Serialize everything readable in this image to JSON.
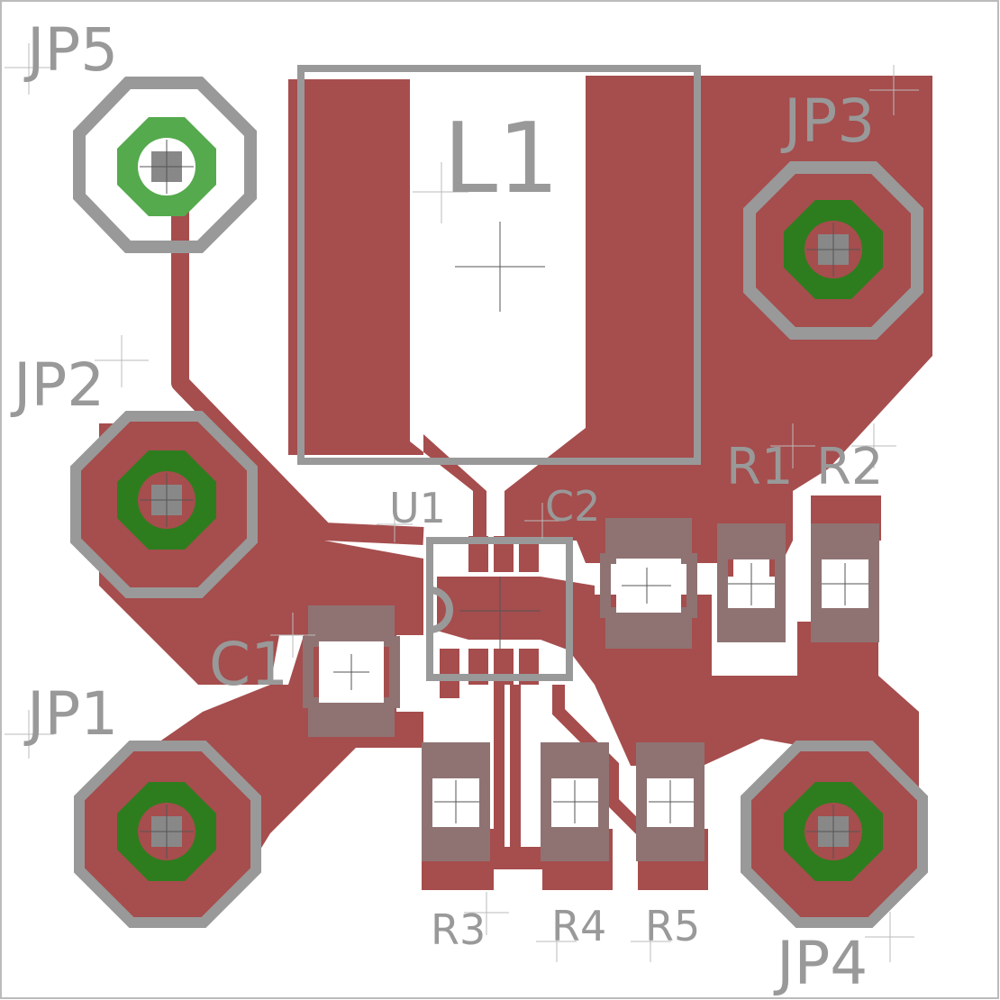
{
  "board": {
    "colors": {
      "copper": "#a64d4d",
      "silk": "#999999",
      "drill": "#888888",
      "via_ring_unrouted": "#55aa4d",
      "via_ring": "#2d7d1e",
      "origin": "#555555",
      "background": "#ffffff"
    },
    "labels": {
      "jp5": "JP5",
      "jp3": "JP3",
      "jp2": "JP2",
      "jp1": "JP1",
      "jp4": "JP4",
      "l1": "L1",
      "u1": "U1",
      "c1": "C1",
      "c2": "C2",
      "r1": "R1",
      "r2": "R2",
      "r3": "R3",
      "r4": "R4",
      "r5": "R5"
    }
  }
}
